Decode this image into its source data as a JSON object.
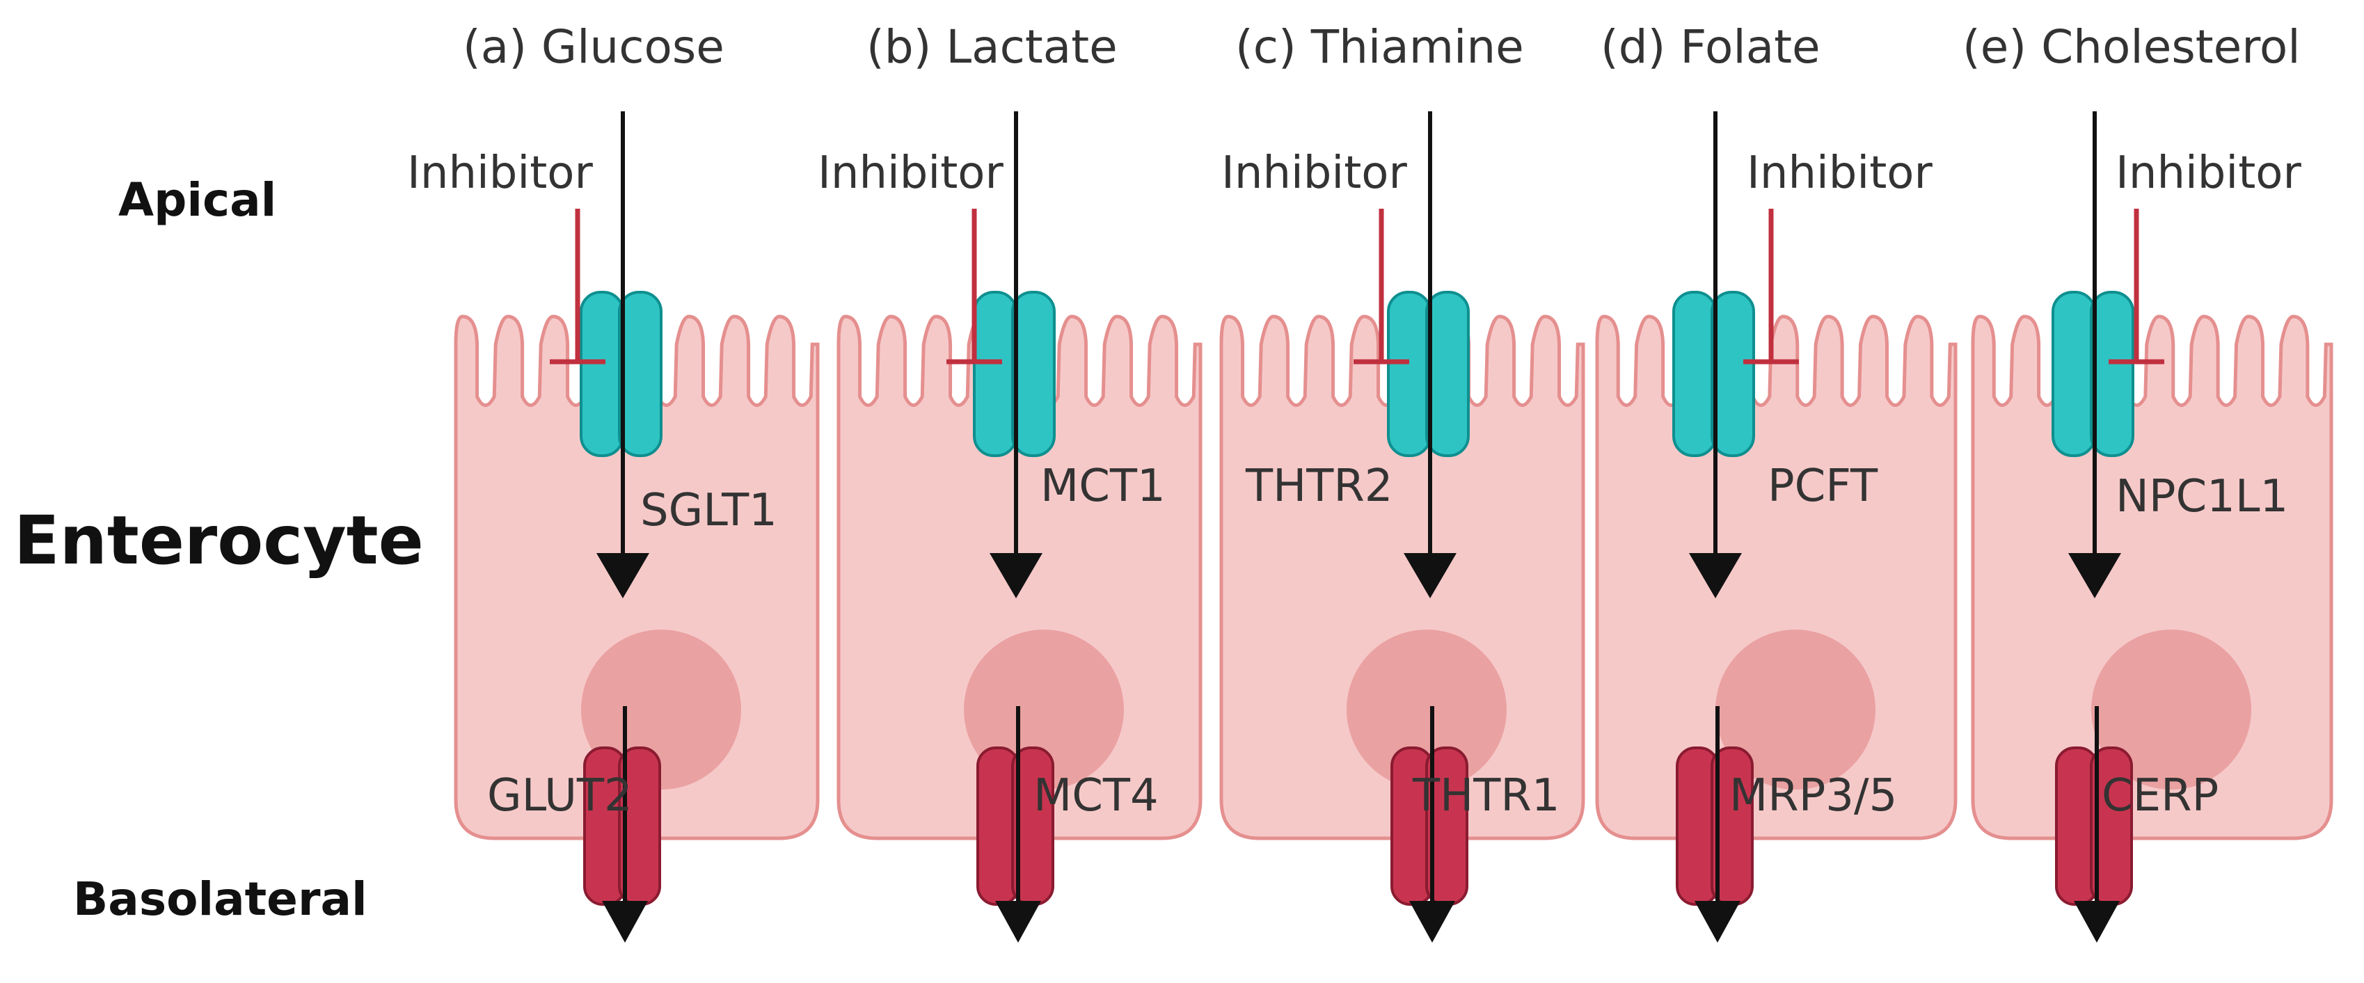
{
  "labels": {
    "apical": "Apical",
    "enterocyte": "Enterocyte",
    "basolateral": "Basolateral"
  },
  "panels": [
    {
      "title": "(a) Glucose",
      "inhibitor": "Inhibitor",
      "apical_transporter": "SGLT1",
      "basolateral_transporter": "GLUT2"
    },
    {
      "title": "(b) Lactate",
      "inhibitor": "Inhibitor",
      "apical_transporter": "MCT1",
      "basolateral_transporter": "MCT4"
    },
    {
      "title": "(c) Thiamine",
      "inhibitor": "Inhibitor",
      "apical_transporter": "THTR2",
      "basolateral_transporter": "THTR1"
    },
    {
      "title": "(d) Folate",
      "inhibitor": "Inhibitor",
      "apical_transporter": "PCFT",
      "basolateral_transporter": "MRP3/5"
    },
    {
      "title": "(e) Cholesterol",
      "inhibitor": "Inhibitor",
      "apical_transporter": "NPC1L1",
      "basolateral_transporter": "CERP"
    }
  ],
  "colors": {
    "cell_fill": "#f6c9c9",
    "cell_stroke": "#e58f8f",
    "nucleus": "#e59393",
    "apical_transporter": "#2ec4c4",
    "apical_transporter_stroke": "#0f8f8f",
    "basolateral_transporter": "#c8344f",
    "basolateral_transporter_stroke": "#8a1b31",
    "inhibitor": "#c0303f",
    "arrow": "#111111",
    "text": "#333333"
  }
}
